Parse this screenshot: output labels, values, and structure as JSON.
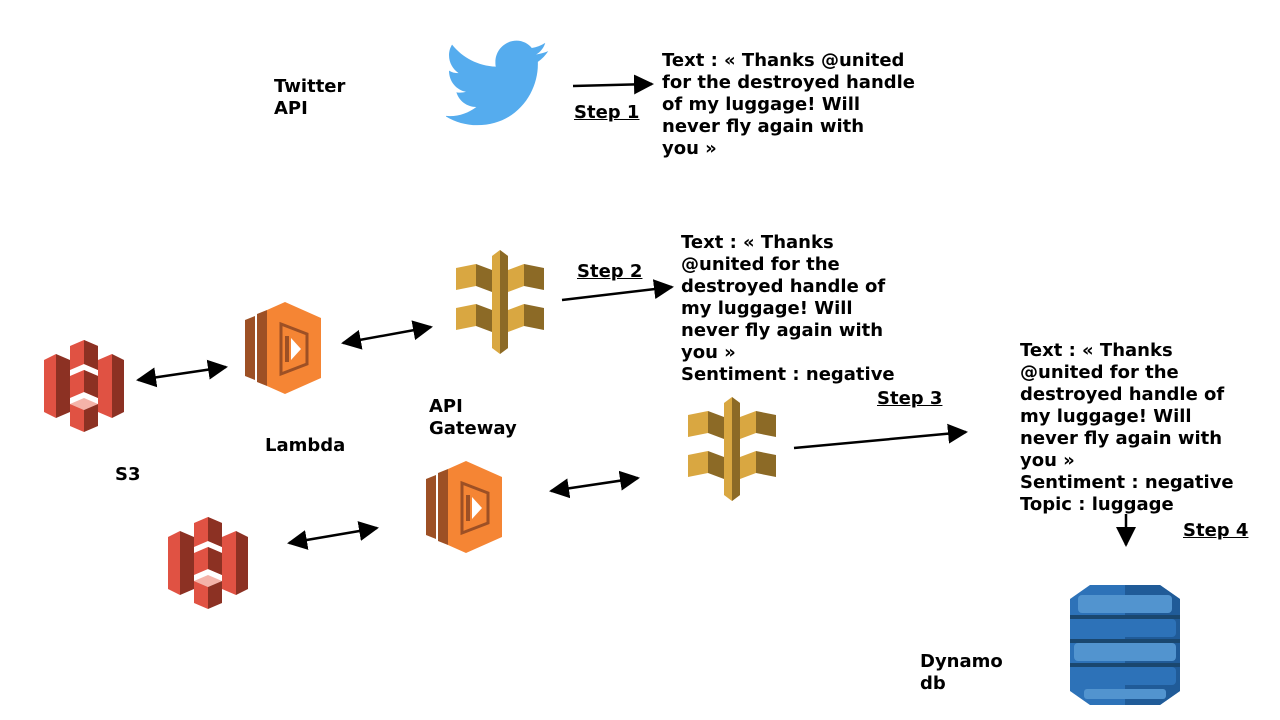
{
  "labels": {
    "twitter": "Twitter\nAPI",
    "lambda": "Lambda",
    "s3": "S3",
    "api_gateway": "API\nGateway",
    "dynamodb": "Dynamo\ndb"
  },
  "steps": {
    "step1": "Step 1",
    "step2": "Step 2",
    "step3": "Step 3",
    "step4": "Step 4"
  },
  "blocks": {
    "block1": [
      "Text : « Thanks @united",
      "for the destroyed handle",
      "of my luggage! Will",
      "never fly again with",
      "you »"
    ],
    "block2": [
      "Text : « Thanks",
      "@united for the",
      "destroyed handle of",
      "my luggage! Will",
      "never fly again with",
      "you »",
      "Sentiment : negative"
    ],
    "block3": [
      "Text : « Thanks",
      "@united for the",
      "destroyed handle of",
      "my luggage! Will",
      "never fly again with",
      "you »",
      "Sentiment : negative",
      "Topic : luggage"
    ]
  },
  "colors": {
    "twitter": "#55acee",
    "s3": "#e05243",
    "lambda": "#f58534",
    "api_gateway": "#d9a741",
    "dynamodb": "#2d72b8"
  },
  "icons": [
    "twitter-bird-icon",
    "s3-icon",
    "lambda-icon",
    "api-gateway-icon",
    "dynamodb-icon"
  ]
}
